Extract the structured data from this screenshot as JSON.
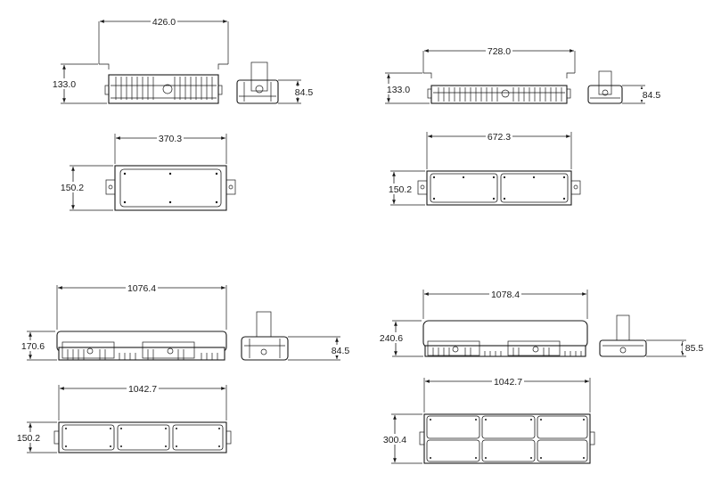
{
  "quad_top_left": {
    "side_width": "426.0",
    "side_height": "133.0",
    "end_depth": "84.5",
    "top_width": "370.3",
    "top_depth": "150.2"
  },
  "quad_top_right": {
    "side_width": "728.0",
    "side_height": "133.0",
    "end_depth": "84.5",
    "top_width": "672.3",
    "top_depth": "150.2"
  },
  "quad_bottom_left": {
    "side_width": "1076.4",
    "side_height": "170.6",
    "end_depth": "84.5",
    "top_width": "1042.7",
    "top_depth": "150.2"
  },
  "quad_bottom_right": {
    "side_width": "1078.4",
    "side_height": "240.6",
    "end_depth": "85.5",
    "top_width": "1042.7",
    "top_depth": "300.4"
  }
}
